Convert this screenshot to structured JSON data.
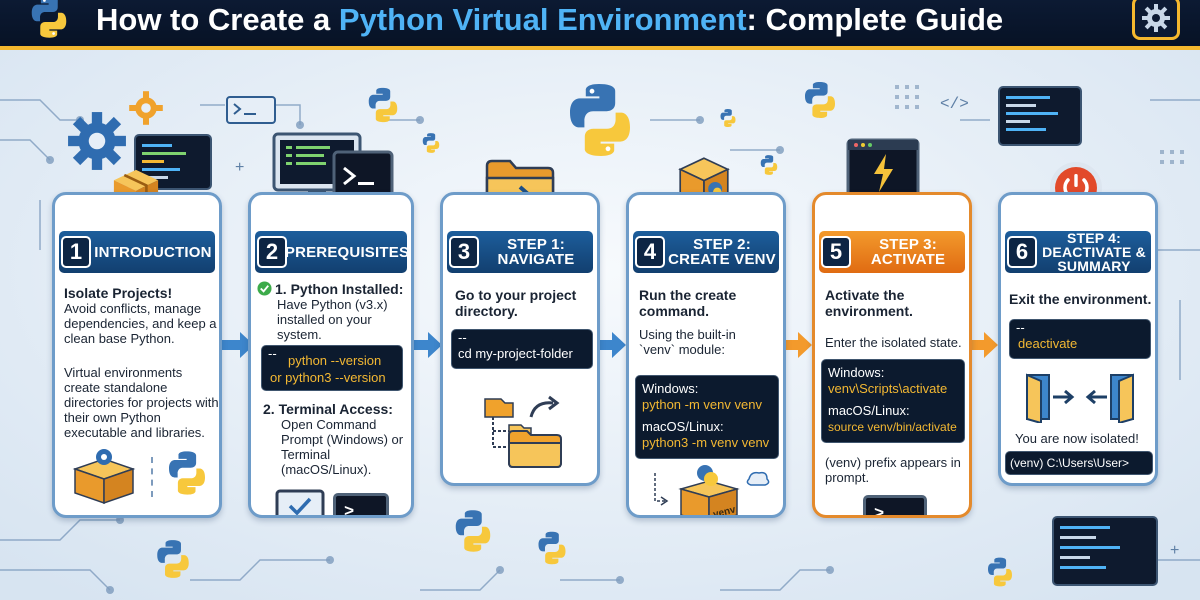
{
  "header": {
    "title_pre": "How to Create a ",
    "title_highlight": "Python Virtual Environment",
    "title_post": ": Complete Guide",
    "icons": [
      "python-logo-icon",
      "gear-icon"
    ]
  },
  "steps": [
    {
      "num": "1",
      "title": "INTRODUCTION",
      "heading": "Isolate Projects!",
      "desc": "Avoid conflicts, manage dependencies, and keep a clean base Python.",
      "body": "Virtual environments create standalone directories for projects with their own Python executable and libraries."
    },
    {
      "num": "2",
      "title": "PREREQUISITES",
      "item1_title": "1. Python Installed:",
      "item1_desc": "Have Python (v3.x) installed on your system.",
      "code_prefix": "--",
      "code_line1": "python --version",
      "code_line2": "or python3 --version",
      "item2_title": "2. Terminal Access:",
      "item2_desc": "Open Command Prompt (Windows) or Terminal (macOS/Linux)."
    },
    {
      "num": "3",
      "title": "STEP 1: NAVIGATE",
      "heading": "Go to your project directory.",
      "code_prefix": "--",
      "code_line": "cd my-project-folder"
    },
    {
      "num": "4",
      "title": "STEP 2: CREATE VENV",
      "heading": "Run the create command.",
      "desc": "Using the built-in `venv` module:",
      "win_label": "Windows:",
      "win_cmd": "python -m venv venv",
      "mac_label": "macOS/Linux:",
      "mac_cmd": "python3 -m venv venv",
      "box_label": "venv"
    },
    {
      "num": "5",
      "title": "STEP 3: ACTIVATE",
      "heading": "Activate the environment.",
      "desc": "Enter the isolated state.",
      "win_label": "Windows:",
      "win_cmd": "venv\\Scripts\\activate",
      "mac_label": "macOS/Linux:",
      "mac_cmd": "source venv/bin/activate",
      "note": "(venv) prefix appears in prompt."
    },
    {
      "num": "6",
      "title": "STEP 4: DEACTIVATE & SUMMARY",
      "heading": "Exit the environment.",
      "code_prefix": "--",
      "code_line": "deactivate",
      "note": "You are now isolated!",
      "prompt": "(venv) C:\\Users\\User>"
    }
  ],
  "colors": {
    "navy": "#0c1a33",
    "accent_gold": "#f5b82e",
    "header_blue": "#1d5e9c",
    "active_orange": "#f08a22",
    "code_yellow": "#f3b833",
    "python_blue": "#3873b3",
    "python_yellow": "#f7c83c"
  }
}
